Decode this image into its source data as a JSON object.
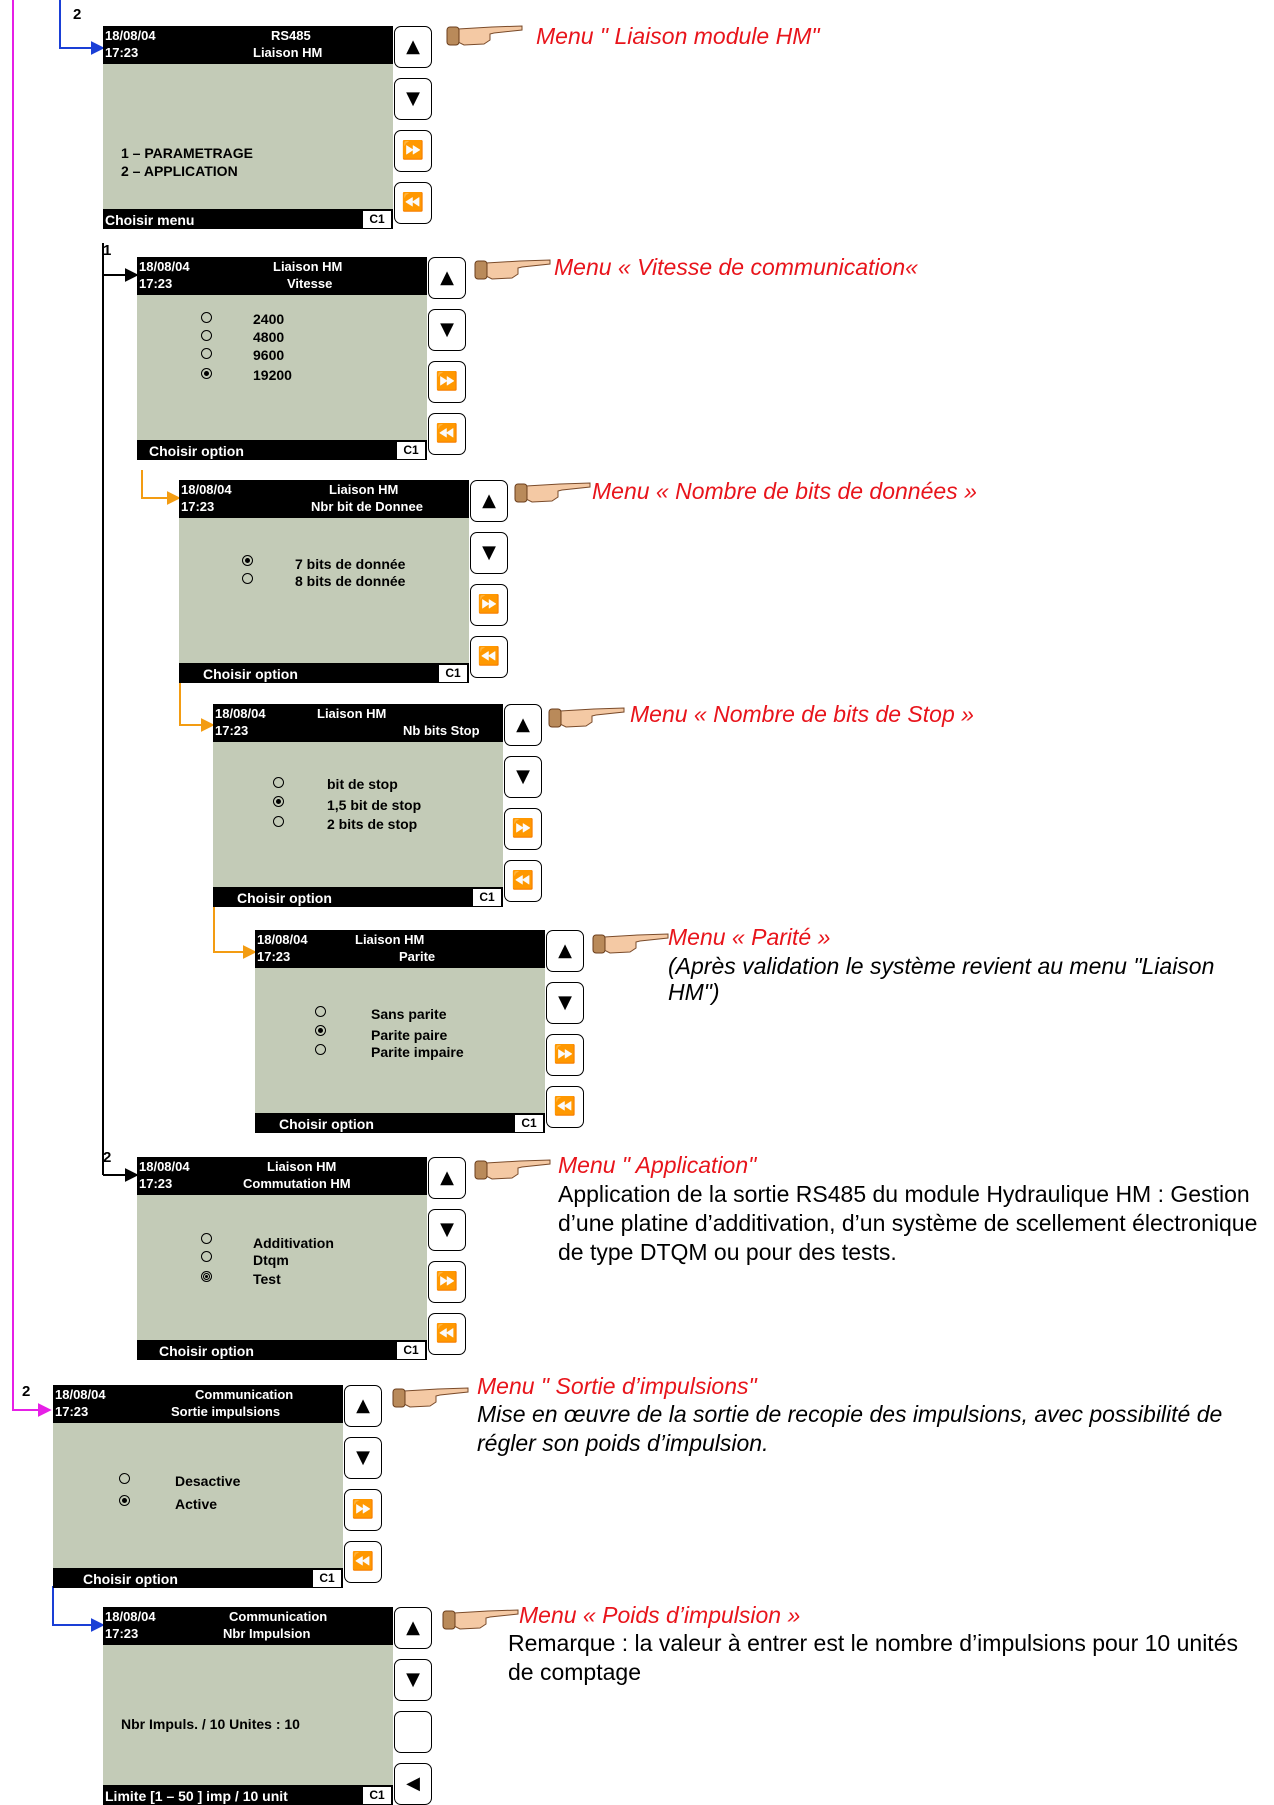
{
  "connectors": {
    "n2": "2",
    "n1": "1"
  },
  "common": {
    "date": "18/08/04",
    "time": "17:23",
    "c1": "C1"
  },
  "screens": {
    "liaison": {
      "header1": "RS485",
      "header2": "Liaison HM",
      "options": [
        "1 – PARAMETRAGE",
        "2 – APPLICATION"
      ],
      "footer": "Choisir menu",
      "menu_title": "Menu \" Liaison module HM\""
    },
    "vitesse": {
      "header1": "Liaison HM",
      "header2": "Vitesse",
      "options": [
        "2400",
        "4800",
        "9600",
        "19200"
      ],
      "selected": 3,
      "footer": "Choisir option",
      "menu_title": "Menu « Vitesse de communication«"
    },
    "bits": {
      "header1": "Liaison HM",
      "header2": "Nbr bit de Donnee",
      "options": [
        "7 bits de donnée",
        "8 bits de donnée"
      ],
      "selected": 0,
      "footer": "Choisir option",
      "menu_title": "Menu « Nombre de bits de données »"
    },
    "stop": {
      "header1": "Liaison HM",
      "header2": "Nb bits Stop",
      "options": [
        "bit de stop",
        "1,5 bit de stop",
        "2 bits de stop"
      ],
      "selected": 1,
      "footer": "Choisir option",
      "menu_title": "Menu « Nombre de bits de Stop »"
    },
    "parite": {
      "header1": "Liaison HM",
      "header2": "Parite",
      "options": [
        "Sans parite",
        "Parite paire",
        "Parite impaire"
      ],
      "selected": 1,
      "footer": "Choisir option",
      "menu_title": "Menu « Parité »",
      "note": " (Après validation le système revient au menu \"Liaison HM\")"
    },
    "application": {
      "header1": "Liaison HM",
      "header2": "Commutation HM",
      "options": [
        "Additivation",
        "Dtqm",
        "Test"
      ],
      "selected": 2,
      "footer": "Choisir option",
      "menu_title": "Menu \" Application\"",
      "description": "Application de la sortie RS485 du module Hydraulique HM : Gestion d’une platine d’additivation, d’un système de scellement électronique de type DTQM ou pour des tests."
    },
    "sortie": {
      "header1": "Communication",
      "header2": "Sortie impulsions",
      "options": [
        "Desactive",
        "Active"
      ],
      "selected": 1,
      "footer": "Choisir option",
      "menu_title": "Menu \" Sortie d’impulsions\"",
      "description": "Mise en œuvre de la sortie de recopie des impulsions, avec possibilité de régler son poids d’impulsion."
    },
    "poids": {
      "header1": "Communication",
      "header2": "Nbr Impulsion",
      "value_line": "Nbr Impuls. / 10 Unites : 10",
      "footer": "Limite [1 – 50 ] imp / 10 unit",
      "menu_title": "Menu « Poids d’impulsion »",
      "description": "Remarque : la valeur à entrer est le nombre d’impulsions pour 10 unités de comptage"
    }
  },
  "colors": {
    "lcd": "#c3cbb7",
    "menu_title": "#e8141b",
    "magenta": "#e61fe6",
    "blue": "#1a3fd6",
    "orange": "#f39c12"
  },
  "icons": {
    "up": "up-triangle-icon",
    "down": "down-triangle-icon",
    "forward": "fast-forward-icon",
    "back": "rewind-icon",
    "left": "left-triangle-icon",
    "pointer": "pointing-hand-icon"
  }
}
